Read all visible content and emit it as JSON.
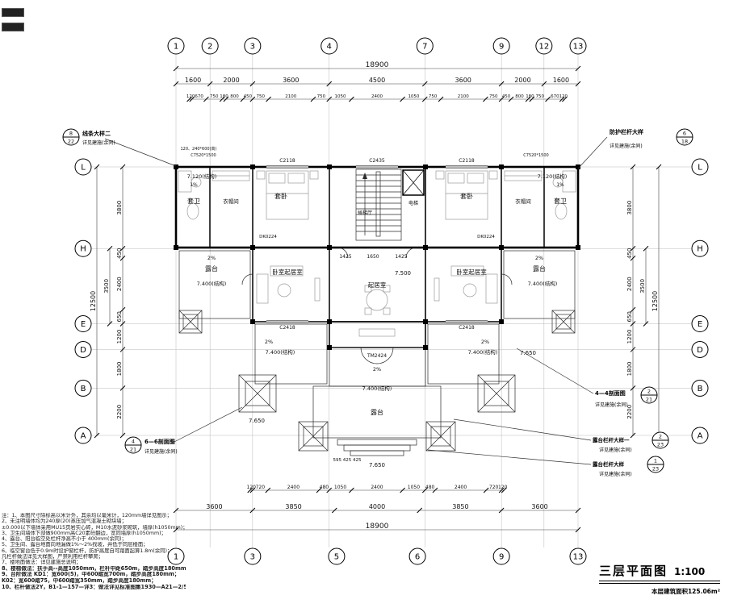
{
  "sheet": {
    "title": "三层平面图",
    "scale": "1:100",
    "area_note": "本层建筑面积125.06m²"
  },
  "grid": {
    "cols_top": [
      {
        "label": "1",
        "mm": 0
      },
      {
        "label": "2",
        "mm": 1600
      },
      {
        "label": "3",
        "mm": 3600
      },
      {
        "label": "4",
        "mm": 7200
      },
      {
        "label": "7",
        "mm": 11700
      },
      {
        "label": "9",
        "mm": 15300
      },
      {
        "label": "12",
        "mm": 17300
      },
      {
        "label": "13",
        "mm": 18900
      }
    ],
    "cols_bottom": [
      {
        "label": "1",
        "mm": 0
      },
      {
        "label": "3",
        "mm": 3600
      },
      {
        "label": "5",
        "mm": 7550
      },
      {
        "label": "6",
        "mm": 11350
      },
      {
        "label": "9",
        "mm": 15300
      },
      {
        "label": "13",
        "mm": 18900
      }
    ],
    "rows": [
      {
        "label": "L",
        "mm": 0
      },
      {
        "label": "H",
        "mm": 3800
      },
      {
        "label": "E",
        "mm": 7300
      },
      {
        "label": "D",
        "mm": 8500
      },
      {
        "label": "B",
        "mm": 10300
      },
      {
        "label": "A",
        "mm": 12500
      }
    ]
  },
  "dims": {
    "top_total": [
      18900
    ],
    "top_major": [
      1600,
      2000,
      3600,
      4500,
      3600,
      2000,
      1600
    ],
    "top_minor": [
      120,
      670,
      750,
      180,
      800,
      450,
      750,
      2100,
      750,
      1050,
      2400,
      1050,
      750,
      2100,
      750,
      450,
      800,
      180,
      750,
      670,
      120
    ],
    "bottom_minor": [
      120,
      720,
      2400,
      480,
      1050,
      2400,
      1050,
      480,
      2400,
      720,
      120
    ],
    "bottom_major": [
      3600,
      3850,
      4000,
      3850,
      3600
    ],
    "bottom_total": [
      18900
    ],
    "left_chain": [
      3800,
      450,
      2400,
      650,
      1200,
      1800,
      2200
    ],
    "left_sub": [
      3500
    ],
    "left_total": [
      12500
    ],
    "right_chain": [
      3800,
      450,
      2400,
      650,
      1200,
      1800,
      2200
    ],
    "right_sub": [
      3500
    ],
    "right_total": [
      12500
    ]
  },
  "labels": {
    "elev_left_top": "7.120(结构)",
    "elev_right_top": "7.120(结构)",
    "slope_1pct": "1%",
    "bath_left": "套卫",
    "bath_right": "套卫",
    "cloak_left": "衣帽间",
    "cloak_right": "衣帽间",
    "bed_left": "套卧",
    "bed_right": "套卧",
    "elevator": "电梯",
    "lobby": "候梯厅",
    "bedliving_left": "卧室起居室",
    "bedliving_right": "卧室起居室",
    "living_center": "起居室",
    "elev_7500": "7.500",
    "terrace_left": "露台",
    "terrace_right": "露台",
    "terrace_bottom": "露台",
    "slope_2pct": "2%",
    "elev_7400": "7.400(结构)",
    "elev_7650": "7.650",
    "dim_1425a": "1425",
    "dim_1650": "1650",
    "dim_1425b": "1425",
    "dim_steps": "595 425 425",
    "win_c2118a": "C2118",
    "win_c2435": "C2435",
    "win_c2118b": "C2118",
    "win_c2418a": "C2418",
    "win_c2418b": "C2418",
    "door_tm2424": "TM2424",
    "door_dk0224a": "DK0224",
    "door_dk0224b": "DK0224",
    "win_c7520a": "C7520*1500",
    "win_c7520b": "C7520*1500",
    "note_120240": "120、240*600(高)"
  },
  "callouts": [
    {
      "num": "8",
      "sheet": "22",
      "line1": "线条大样二",
      "line2": "详见建施(余同)"
    },
    {
      "num": "6",
      "sheet": "18",
      "line1": "防护栏杆大样",
      "line2": "详见建施(余同)"
    },
    {
      "num": "2",
      "sheet": "21",
      "line1": "4—4剖面图",
      "line2": "详见建施(余同)"
    },
    {
      "num": "4",
      "sheet": "21",
      "line1": "6—6剖面图",
      "line2": "详见建施(余同)"
    },
    {
      "num": "2",
      "sheet": "23",
      "line1": "露台栏杆大样一",
      "line2": "详见建施(余同)"
    },
    {
      "num": "1",
      "sheet": "23",
      "line1": "露台栏杆大样",
      "line2": "详见建施(余同)"
    }
  ],
  "notes": {
    "lines": [
      "注：1、本图尺寸除标高以米计外，其余均以毫米计，120mm墙详见图示；",
      "2、未注明墙体均为240厚(20)蒸压加气混凝土砌块墙；",
      "±0.000以下墙体采用MU15页岩实心砖，M10水泥砂浆砌筑，墙厚(h1050mm)；",
      "3、卫生间墙体下部做900mm高C20素砼翻边，宽同墙厚(h1050mm)；",
      "4、露台、阳台临空处栏杆净高不小于 400mm(余同)；",
      "5、卫生间、露台地面向地漏做1%～2%找坡，并低于同层楼面；",
      "6、临空窗台低于0.9m时设护窗栏杆，防护高度自可踏面起算1.8m(余同)；",
      "凡栏杆做法详见大样图，严禁利用栏杆攀爬；",
      "7、楼地面做法：详见建施总说明；",
      "8、楼梯做法：扶手高--高度1050mm，栏杆中距650m，踏步高度180mm；",
      "9、台阶做法 KD1：宽600(5)，中600踏宽700m，踏步高度180mm；",
      "K02：宽600踏75，中600踏宽350mm，踏步高度180mm；",
      "10、栏杆做法2Y，B1-1—157—详3：做法详见标准图集1930—A21—2/5；"
    ]
  }
}
